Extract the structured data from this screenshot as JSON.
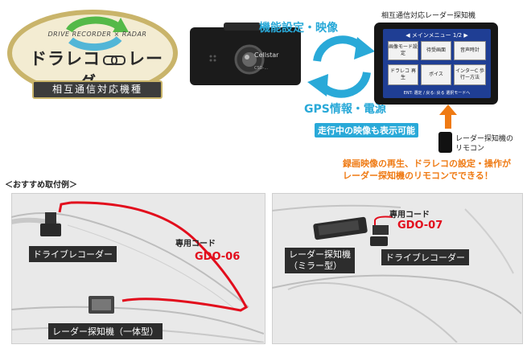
{
  "logo": {
    "subtitle": "DRIVE RECORDER × RADAR",
    "left_text": "ドラレコ",
    "right_text": "レーダー",
    "band": "相互通信対応機種"
  },
  "top": {
    "kinou_label": "機能設定・映像",
    "gps_label": "GPS情報・電源",
    "soukou_label": "走行中の映像も表示可能",
    "radar_title": "相互通信対応レーダー探知機",
    "remote_label_1": "レーダー探知機の",
    "remote_label_2": "リモコン",
    "orange_line_1": "録画映像の再生、ドラレコの設定・操作が",
    "orange_line_2": "レーダー探知機のリモコンでできる！",
    "dashcam_brand": "Cellstar",
    "dashcam_model": "CSD-..."
  },
  "radar_screen": {
    "title": "◀ メインメニュー 1/2 ▶",
    "buttons": [
      "画像モード設定",
      "待受画面",
      "音声時計",
      "ドラレコ 再生",
      "ボイス",
      "インターC 歩行ー方法"
    ],
    "footer": "ENT: 選定 / 戻る: 戻る 選択モードへ"
  },
  "section": {
    "label": "＜おすすめ取付例＞"
  },
  "panel1": {
    "dashcam_label": "ドライブレコーダー",
    "cord_label": "専用コード",
    "cord_code": "GDO-06",
    "radar_label": "レーダー探知機（一体型）"
  },
  "panel2": {
    "cord_label": "専用コード",
    "cord_code": "GDO-07",
    "radar_label_1": "レーダー探知機",
    "radar_label_2": "（ミラー型）",
    "dashcam_label": "ドライブレコーダー"
  },
  "colors": {
    "blue": "#29a9d8",
    "orange": "#ef7a13",
    "red": "#e20d1c",
    "screen": "#1f3e94"
  }
}
